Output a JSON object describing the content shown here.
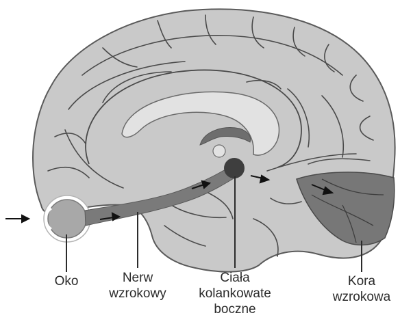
{
  "labels": {
    "eye": "Oko",
    "optic_nerve_line1": "Nerw",
    "optic_nerve_line2": "wzrokowy",
    "lgn_line1": "Ciała",
    "lgn_line2": "kolankowate",
    "lgn_line3": "boczne",
    "cortex_line1": "Kora",
    "cortex_line2": "wzrokowa"
  },
  "colors": {
    "brain": "#c9c9c9",
    "brain_outline": "#5a5a5a",
    "sulcus": "#4a4a4a",
    "corpus_callosum": "#e2e2e2",
    "eye": "#a8a8a8",
    "nerve": "#7a7a7a",
    "lgn": "#3e3e3e",
    "visual_cortex": "#777777",
    "arrow": "#111111",
    "label_text": "#2b2b2b"
  }
}
